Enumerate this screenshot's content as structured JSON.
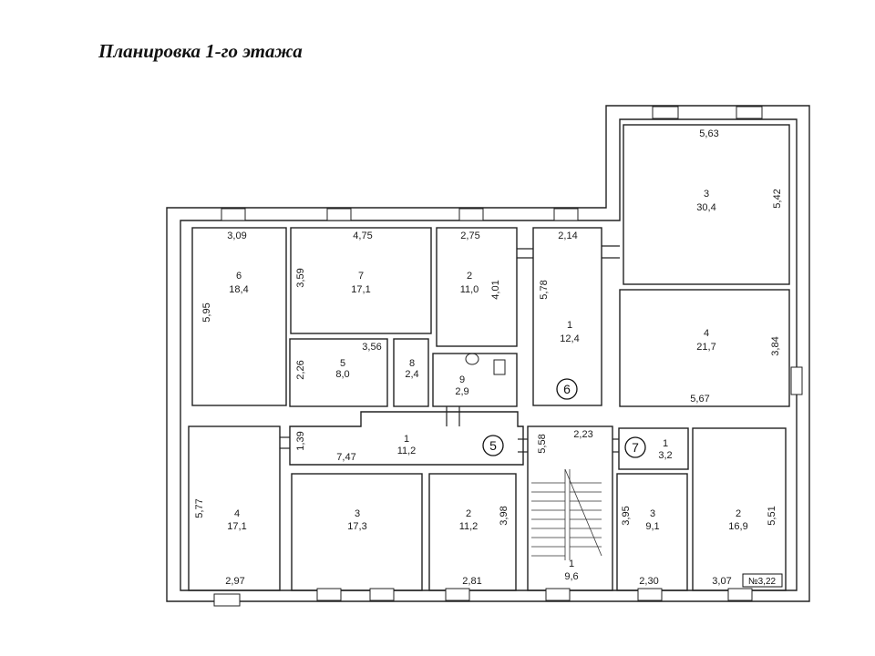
{
  "title": "Планировка 1-го этажа",
  "rooms": [
    {
      "num": "6",
      "area": "18,4"
    },
    {
      "num": "7",
      "area": "17,1"
    },
    {
      "num": "2",
      "area": "11,0"
    },
    {
      "num": "1",
      "area": "12,4"
    },
    {
      "num": "3",
      "area": "30,4"
    },
    {
      "num": "4",
      "area": "21,7"
    },
    {
      "num": "5",
      "area": "8,0"
    },
    {
      "num": "8",
      "area": "2,4"
    },
    {
      "num": "9",
      "area": "2,9"
    },
    {
      "num": "1",
      "area": "11,2"
    },
    {
      "num": "4",
      "area": "17,1"
    },
    {
      "num": "3",
      "area": "17,3"
    },
    {
      "num": "2",
      "area": "11,2"
    },
    {
      "num": "1",
      "area": "9,6"
    },
    {
      "num": "1",
      "area": "3,2"
    },
    {
      "num": "3",
      "area": "9,1"
    },
    {
      "num": "2",
      "area": "16,9"
    }
  ],
  "dimensions": [
    "3,09",
    "4,75",
    "2,75",
    "2,14",
    "5,63",
    "5,42",
    "5,95",
    "3,59",
    "4,01",
    "5,78",
    "3,56",
    "2,26",
    "3,84",
    "5,67",
    "1,39",
    "7,47",
    "5,58",
    "2,23",
    "5,77",
    "3,98",
    "3,95",
    "5,51",
    "2,97",
    "2,81",
    "2,30",
    "3,07"
  ],
  "circles": [
    "5",
    "6",
    "7"
  ],
  "stamp": "№3,22"
}
